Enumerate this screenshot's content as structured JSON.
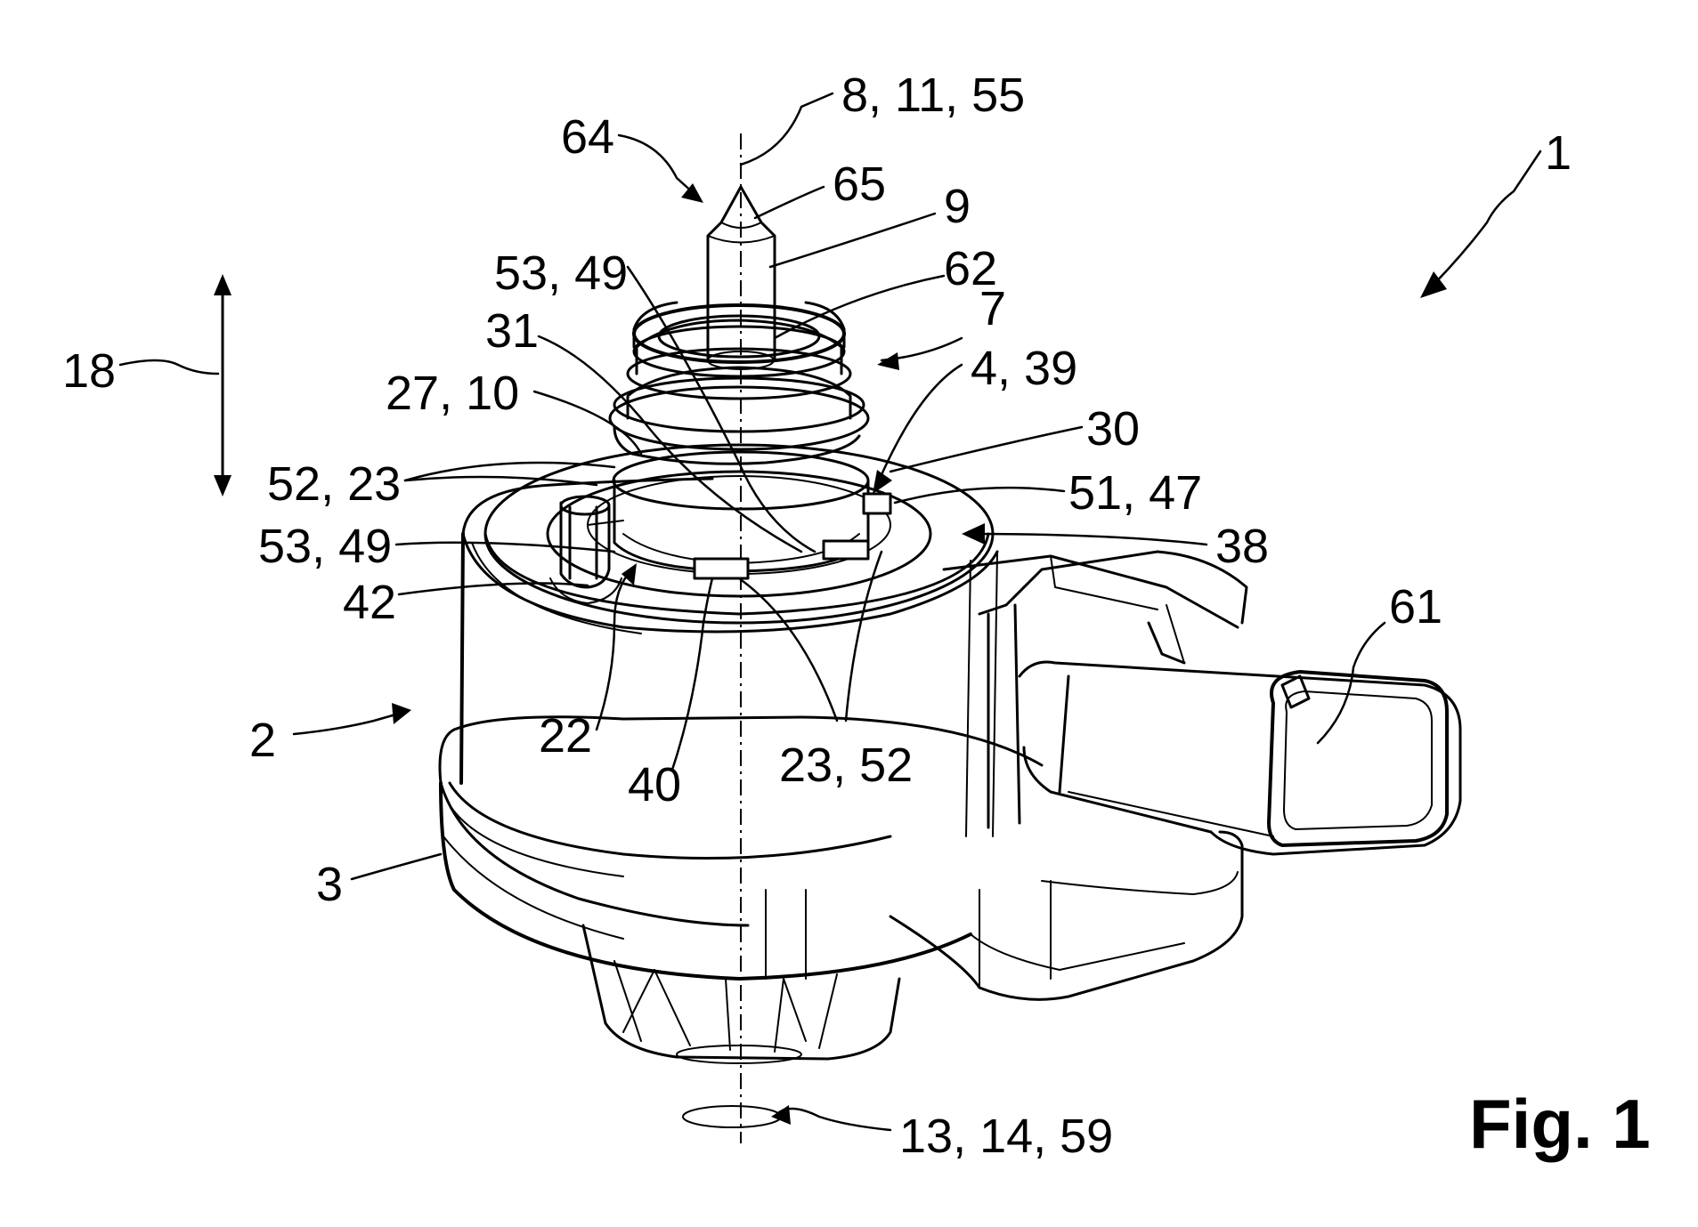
{
  "figure": {
    "title": "Fig. 1"
  },
  "reference_labels": {
    "axis_top": "8, 11, 55",
    "tip_arrow": "64",
    "tip": "65",
    "pin": "9",
    "pin_collar": "62",
    "device": "1",
    "sleeve": "7",
    "ring_upper": "53, 49",
    "groove_a": "31",
    "groove_b": "27, 10",
    "seat": "4, 39",
    "shoulder": "30",
    "direction_arrow": "18",
    "tabs_left": "52, 23",
    "tabs_right": "51, 47",
    "ring_lower": "53, 49",
    "recess": "38",
    "post": "42",
    "connector": "61",
    "housing_upper": "2",
    "window_a": "22",
    "window_b": "40",
    "tabs_front": "23, 52",
    "housing_base": "3",
    "rotation_axis": "13, 14, 59"
  }
}
